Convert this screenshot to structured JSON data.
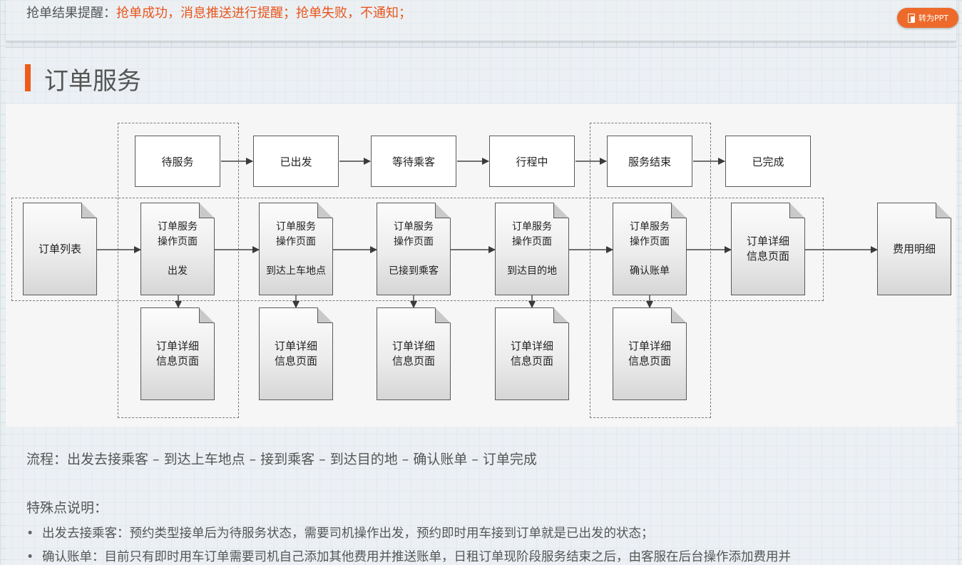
{
  "header": {
    "reminder_label": "抢单结果提醒：",
    "reminder_value": "抢单成功，消息推送进行提醒；抢单失败，不通知；",
    "ppt_button": "转为PPT",
    "ppt_icon": "ppt-convert-icon"
  },
  "section": {
    "title": "订单服务"
  },
  "diagram": {
    "statuses": [
      "待服务",
      "已出发",
      "等待乘客",
      "行程中",
      "服务结束",
      "已完成"
    ],
    "order_list": "订单列表",
    "op_pages": [
      {
        "line1": "订单服务",
        "line2": "操作页面",
        "action": "出发"
      },
      {
        "line1": "订单服务",
        "line2": "操作页面",
        "action": "到达上车地点"
      },
      {
        "line1": "订单服务",
        "line2": "操作页面",
        "action": "已接到乘客"
      },
      {
        "line1": "订单服务",
        "line2": "操作页面",
        "action": "到达目的地"
      },
      {
        "line1": "订单服务",
        "line2": "操作页面",
        "action": "确认账单"
      }
    ],
    "detail_page": {
      "line1": "订单详细",
      "line2": "信息页面"
    },
    "final_detail_page": {
      "line1": "订单详细",
      "line2": "信息页面"
    },
    "fee_detail": "费用明细"
  },
  "body": {
    "flow": "流程：出发去接乘客 – 到达上车地点 – 接到乘客 – 到达目的地 – 确认账单  – 订单完成",
    "notes_heading": "特殊点说明：",
    "bullets": [
      "出发去接乘客：预约类型接单后为待服务状态，需要司机操作出发，预约即时用车接到订单就是已出发的状态；",
      "确认账单：目前只有即时用车订单需要司机自己添加其他费用并推送账单，日租订单现阶段服务结束之后，由客服在后台操作添加费用并"
    ]
  }
}
